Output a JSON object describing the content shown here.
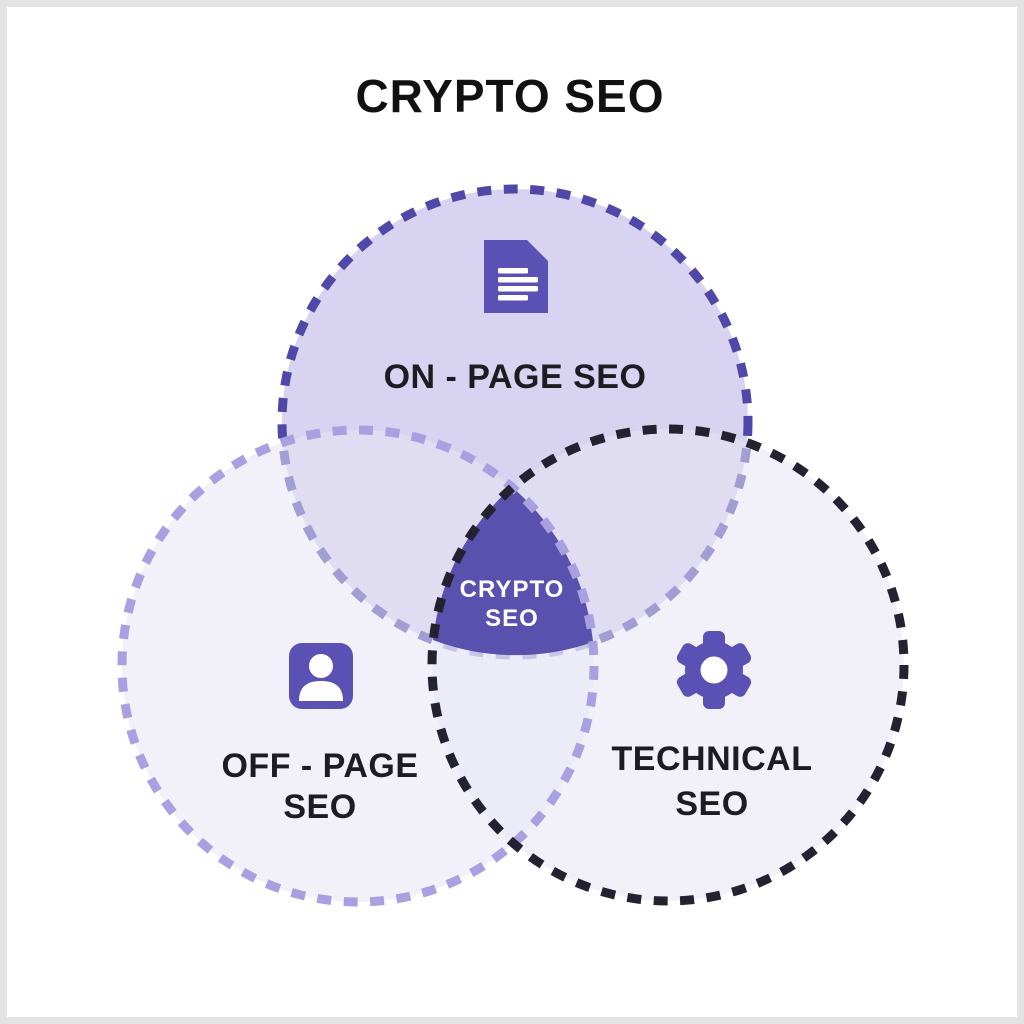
{
  "page": {
    "title": "CRYPTO SEO",
    "background": "#ffffff",
    "frame_color": "#e3e3e3"
  },
  "colors": {
    "top_fill": "#d8d3f0",
    "top_stroke": "#4f48a8",
    "side_fill": "rgba(231,229,246,0.55)",
    "left_stroke": "#a8a0e0",
    "right_stroke": "#242231",
    "center_fill": "#5a50ae",
    "icon": "#5b51b5",
    "title_text": "#111111",
    "label_text": "#1d1c22",
    "center_text": "#ffffff"
  },
  "venn": {
    "top_circle": {
      "id": "on-page-seo",
      "label_lines": [
        "ON - PAGE SEO"
      ],
      "icon": "document-icon"
    },
    "left_circle": {
      "id": "off-page-seo",
      "label_lines": [
        "OFF - PAGE",
        "SEO"
      ],
      "icon": "user-icon"
    },
    "right_circle": {
      "id": "technical-seo",
      "label_lines": [
        "TECHNICAL",
        "SEO"
      ],
      "icon": "gear-icon"
    },
    "center": {
      "id": "crypto-seo-intersection",
      "label_lines": [
        "CRYPTO",
        "SEO"
      ]
    }
  }
}
